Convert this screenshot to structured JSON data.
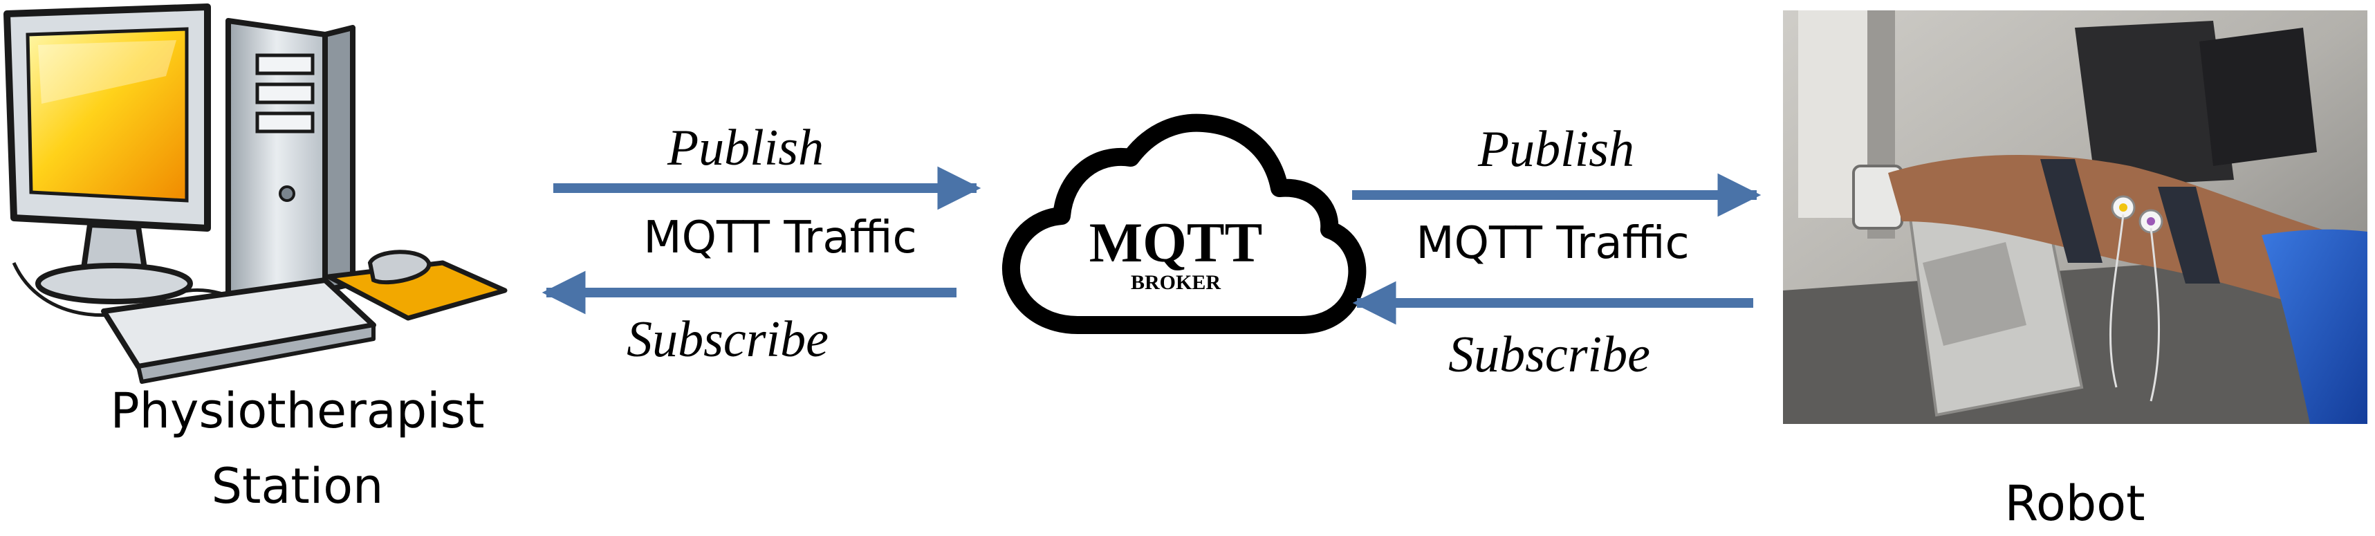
{
  "diagram": {
    "station_label_line1": "Physiotherapist",
    "station_label_line2": "Station",
    "robot_label": "Robot",
    "broker": {
      "title": "MQTT",
      "subtitle": "BROKER"
    },
    "left_link": {
      "publish_label": "Publish",
      "traffic_label": "MQTT Traffic",
      "subscribe_label": "Subscribe"
    },
    "right_link": {
      "publish_label": "Publish",
      "traffic_label": "MQTT Traffic",
      "subscribe_label": "Subscribe"
    },
    "colors": {
      "arrow": "#4a73a8",
      "monitor_screen": "#f7c600",
      "mousepad": "#f2a800",
      "computer_body": "#d8dde2",
      "robot_photo_bg": "#bdbcb8",
      "sleeve": "#1d55c4"
    }
  }
}
